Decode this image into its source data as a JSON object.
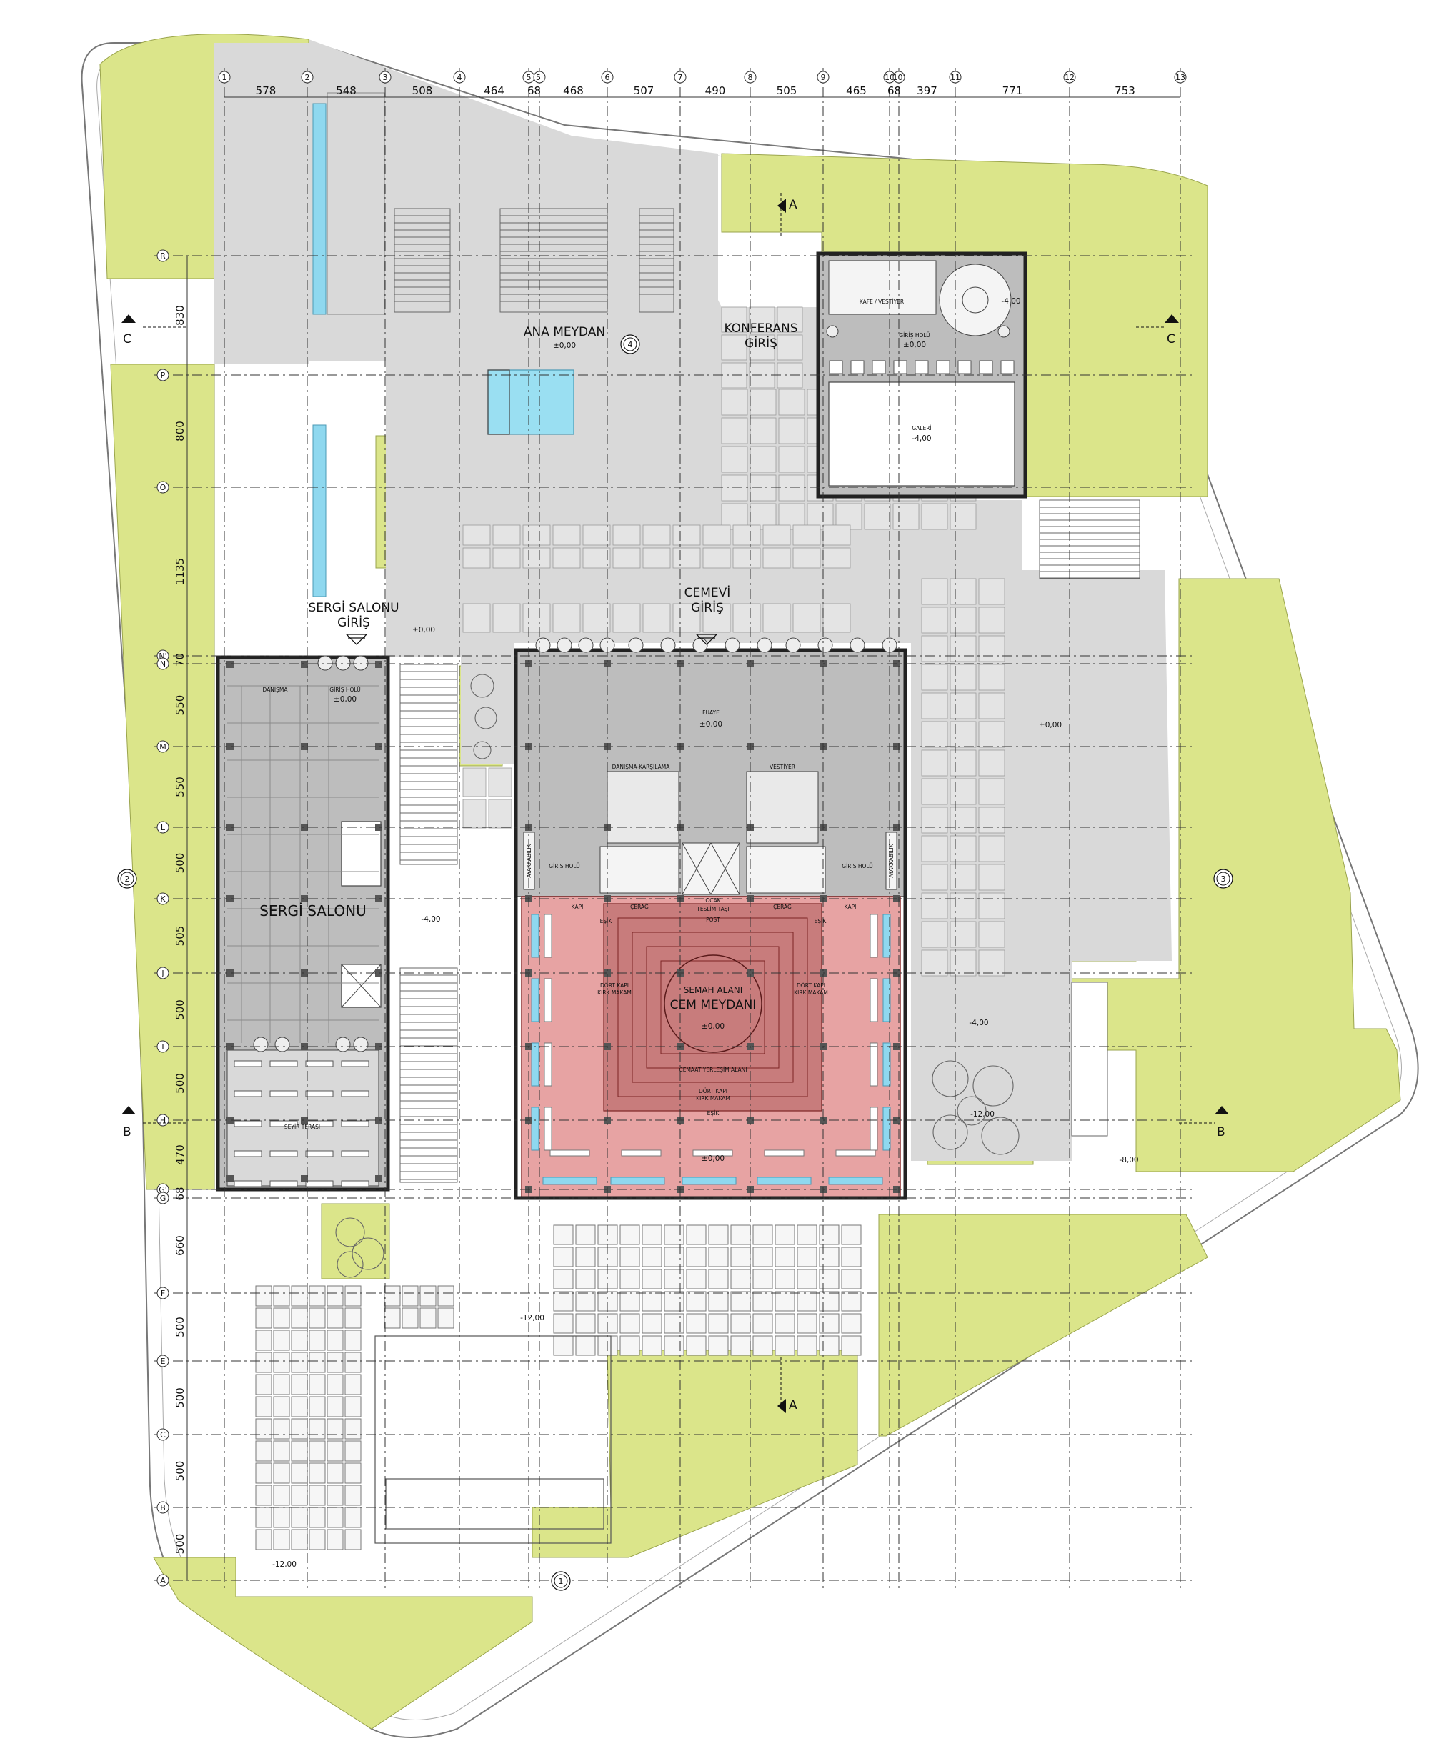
{
  "axis_numbers": [
    "1",
    "2",
    "3",
    "4",
    "5",
    "5'",
    "6",
    "7",
    "8",
    "9",
    "10",
    "10'",
    "11",
    "12",
    "13"
  ],
  "axis_letters": [
    "R",
    "P",
    "O",
    "N'",
    "N",
    "M",
    "L",
    "K",
    "J",
    "I",
    "H",
    "G'",
    "G",
    "F",
    "E",
    "C",
    "B",
    "A"
  ],
  "dims_top": [
    "578",
    "548",
    "508",
    "464",
    "68",
    "468",
    "507",
    "490",
    "505",
    "465",
    "68",
    "397",
    "771",
    "753"
  ],
  "dims_left": [
    "830",
    "800",
    "1135",
    "70",
    "550",
    "550",
    "500",
    "505",
    "500",
    "500",
    "470",
    "68",
    "660",
    "500",
    "500",
    "500",
    "500",
    "500"
  ],
  "section_marks": [
    "A",
    "A",
    "B",
    "B",
    "C",
    "C"
  ],
  "circle_marks": [
    "1",
    "2",
    "3",
    "4"
  ],
  "labels": {
    "ana_meydan": "ANA MEYDAN",
    "konferans": "KONFERANS",
    "konferans_giris": "GİRİŞ",
    "sergi_salonu_giris_1": "SERGİ SALONU",
    "sergi_salonu_giris_2": "GİRİŞ",
    "cemevi": "CEMEVİ",
    "cemevi_giris": "GİRİŞ",
    "kafe_vestiyer": "KAFE / VESTİYER",
    "giris_holu": "GİRİŞ HOLÜ",
    "galeri": "GALERİ",
    "danisma": "DANIŞMA",
    "sergi_salonu": "SERGİ SALONU",
    "seyir_terasi": "SEYİR TERASI",
    "fuaye": "FUAYE",
    "danisma_karsilama": "DANIŞMA-KARŞILAMA",
    "vestiyer": "VESTİYER",
    "ayakkabilik": "AYAKKABILIK",
    "semah_alani": "SEMAH ALANI",
    "cem_meydani": "CEM MEYDANI",
    "cemaat_yerlesim": "CEMAAT YERLEŞİM ALANI",
    "dort_kapi_1": "DÖRT KAPI",
    "kirk_makam": "KIRK MAKAM",
    "kapi": "KAPI",
    "cerag": "ÇERAĞ",
    "esik": "EŞİK",
    "teslim_tasi": "TESLİM TAŞI",
    "post": "POST",
    "ocak": "OCAK"
  },
  "levels": {
    "zero": "±0,00",
    "minus4": "-4,00",
    "minus8": "-8,00",
    "minus12": "-12,00"
  },
  "colors": {
    "landscape_green": "#dbe58a",
    "paving_grey": "#d9d9d9",
    "cem_red": "#e7a3a3",
    "water_blue": "#8fd8ef"
  }
}
